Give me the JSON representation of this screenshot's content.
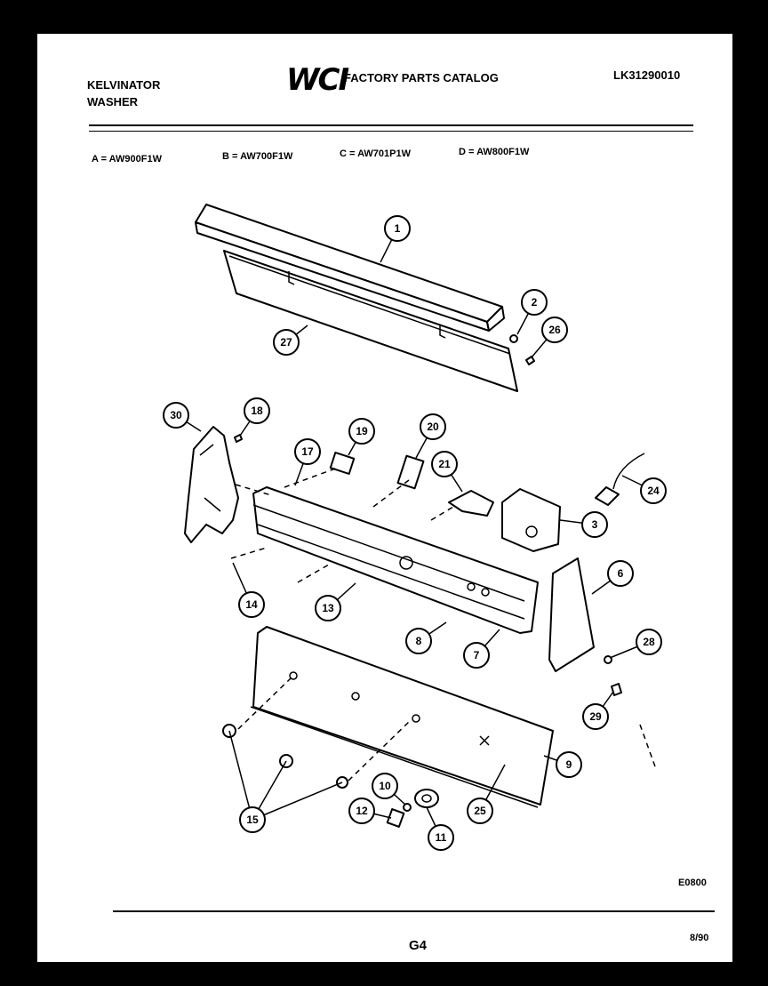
{
  "header": {
    "brand": "KELVINATOR",
    "product": "WASHER",
    "logo": "WCI",
    "catalog": "FACTORY PARTS CATALOG",
    "catalog_number": "LK31290010"
  },
  "models": [
    {
      "label": "A = AW900F1W"
    },
    {
      "label": "B = AW700F1W"
    },
    {
      "label": "C = AW701P1W"
    },
    {
      "label": "D = AW800F1W"
    }
  ],
  "callouts": [
    "1",
    "2",
    "26",
    "27",
    "30",
    "18",
    "19",
    "20",
    "17",
    "21",
    "24",
    "3",
    "14",
    "13",
    "6",
    "8",
    "7",
    "28",
    "29",
    "9",
    "15",
    "10",
    "12",
    "11",
    "25"
  ],
  "footer": {
    "drawing_code": "E0800",
    "page": "G4",
    "date": "8/90"
  }
}
